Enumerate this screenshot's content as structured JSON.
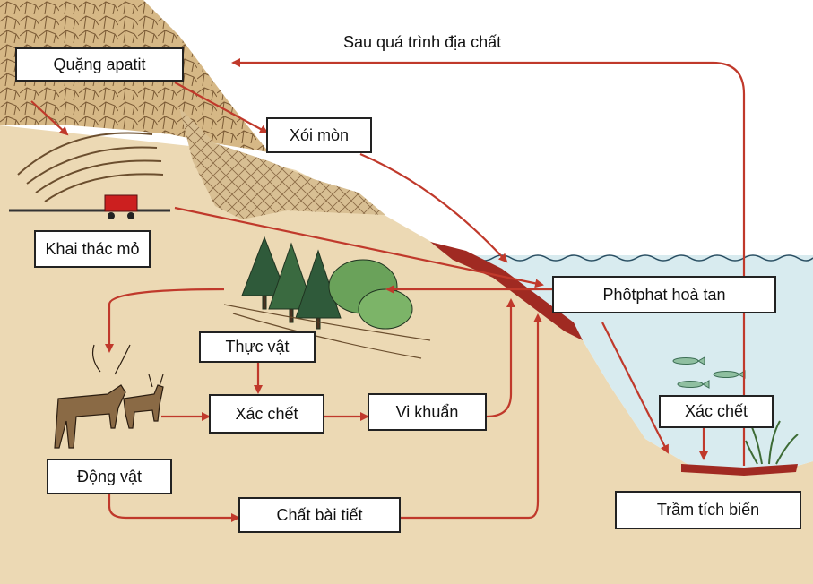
{
  "labels": {
    "geo_process": "Sau quá trình địa chất",
    "apatite_ore": "Quặng apatit",
    "erosion": "Xói mòn",
    "mining": "Khai thác mỏ",
    "dissolved_phosphate": "Phôtphat hoà tan",
    "plants": "Thực vật",
    "dead_matter_land": "Xác chết",
    "bacteria": "Vi khuẩn",
    "dead_matter_sea": "Xác chết",
    "animals": "Động vật",
    "excretion": "Chất bài tiết",
    "marine_sediment": "Trầm tích biển"
  },
  "colors": {
    "soil": "#ecd9b4",
    "rock": "#d9b98a",
    "water": "#d8ebef",
    "arrow": "#c0392b",
    "sediment": "#a02a22"
  }
}
